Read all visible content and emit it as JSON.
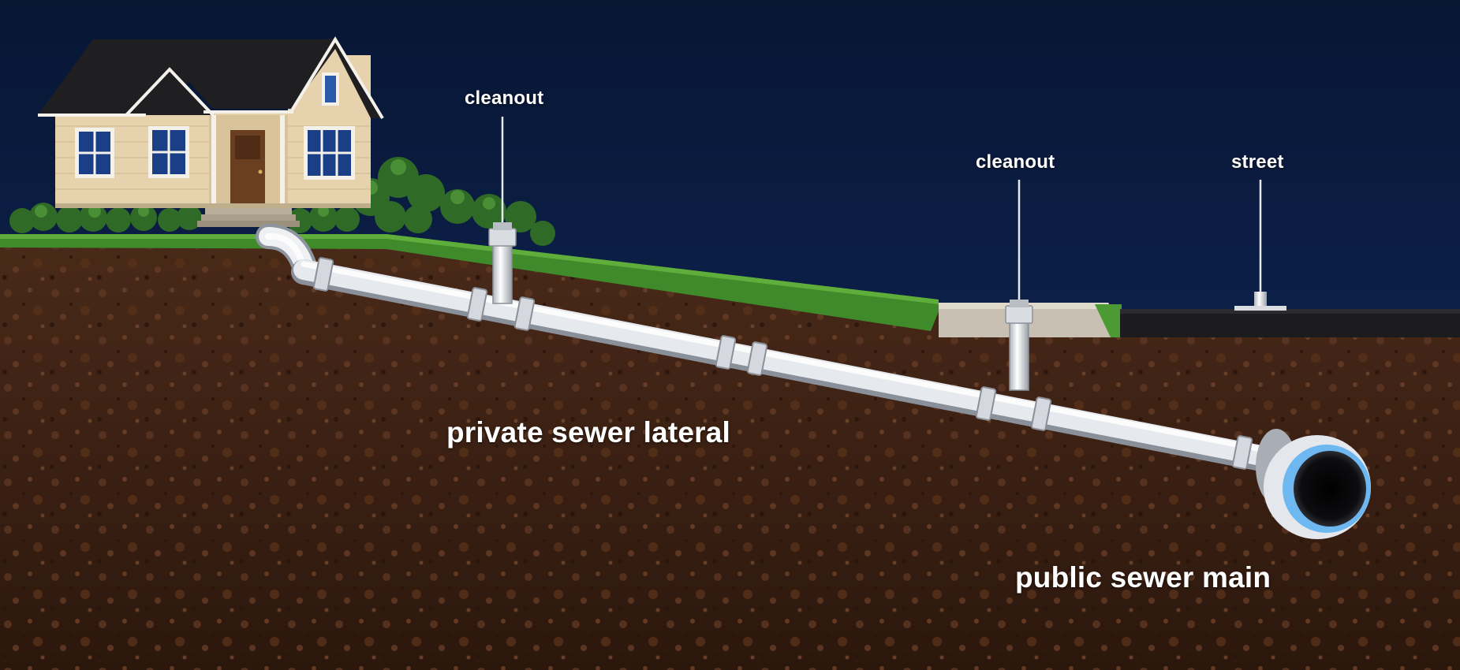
{
  "labels": {
    "cleanout_house": "cleanout",
    "cleanout_sidewalk": "cleanout",
    "street": "street",
    "private_lateral": "private sewer lateral",
    "public_main": "public sewer main"
  },
  "colors": {
    "sky": "#0b1a3e",
    "soil": "#3a2114",
    "grass": "#3f8a2a",
    "pipe": "#e8eaee",
    "pipe_rim": "#6db8f0",
    "house_siding": "#e6d2ac",
    "roof": "#1f1f22",
    "sidewalk": "#c8c1b3",
    "asphalt": "#1c1c1e"
  },
  "icons": {
    "house": "house-icon",
    "cleanout": "cleanout-riser-icon",
    "street_marker": "street-marker-icon"
  }
}
